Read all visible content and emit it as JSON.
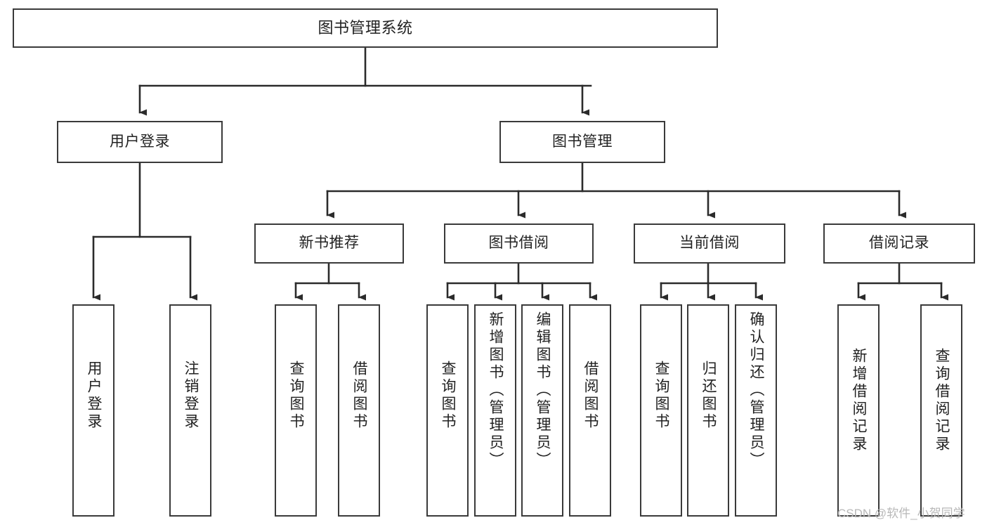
{
  "diagram": {
    "title": "图书管理系统",
    "type": "hierarchical-tree",
    "root": {
      "label": "图书管理系统"
    },
    "level2": [
      {
        "label": "用户登录"
      },
      {
        "label": "图书管理"
      }
    ],
    "level3": [
      {
        "label": "新书推荐"
      },
      {
        "label": "图书借阅"
      },
      {
        "label": "当前借阅"
      },
      {
        "label": "借阅记录"
      }
    ],
    "leaves": {
      "user_login": [
        {
          "label": "用户登录"
        },
        {
          "label": "注销登录"
        }
      ],
      "new_book_recommend": [
        {
          "label": "查询图书"
        },
        {
          "label": "借阅图书"
        }
      ],
      "book_borrow": [
        {
          "label": "查询图书"
        },
        {
          "label": "新增图书（管理员）"
        },
        {
          "label": "编辑图书（管理员）"
        },
        {
          "label": "借阅图书"
        }
      ],
      "current_borrow": [
        {
          "label": "查询图书"
        },
        {
          "label": "归还图书"
        },
        {
          "label": "确认归还（管理员）"
        }
      ],
      "borrow_record": [
        {
          "label": "新增借阅记录"
        },
        {
          "label": "查询借阅记录"
        }
      ]
    }
  },
  "watermark": {
    "text": "CSDN @软件_小贺同学"
  },
  "colors": {
    "box_border": "#3a3a3a",
    "connector": "#2b2b2b",
    "text": "#222222",
    "background": "#ffffff",
    "watermark": "#b8b8b8"
  }
}
